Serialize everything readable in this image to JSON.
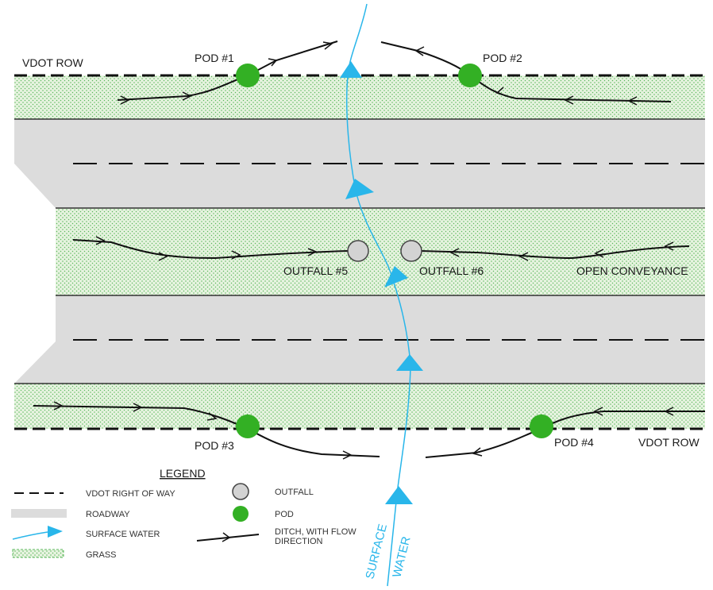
{
  "colors": {
    "grass_fill": "#e6f3df",
    "grass_dot": "#5cb85c",
    "roadway": "#dcdcdc",
    "road_edge": "#333333",
    "surface_water": "#29b6ea",
    "pod": "#33b024",
    "outfall_fill": "#d3d3d3",
    "ditch": "#111111"
  },
  "labels": {
    "vdot_row_top": "VDOT ROW",
    "vdot_row_bottom": "VDOT ROW",
    "pod1": "POD #1",
    "pod2": "POD #2",
    "pod3": "POD #3",
    "pod4": "POD #4",
    "outfall5": "OUTFALL #5",
    "outfall6": "OUTFALL #6",
    "open_conveyance": "OPEN CONVEYANCE",
    "surface_water_1": "SURFACE",
    "surface_water_2": "WATER"
  },
  "legend": {
    "title": "LEGEND",
    "items": {
      "vdot_row": "VDOT RIGHT OF WAY",
      "roadway": "ROADWAY",
      "surface_water": "SURFACE WATER",
      "grass": "GRASS",
      "outfall": "OUTFALL",
      "pod": "POD",
      "ditch_1": "DITCH, WITH FLOW",
      "ditch_2": "DIRECTION"
    }
  }
}
